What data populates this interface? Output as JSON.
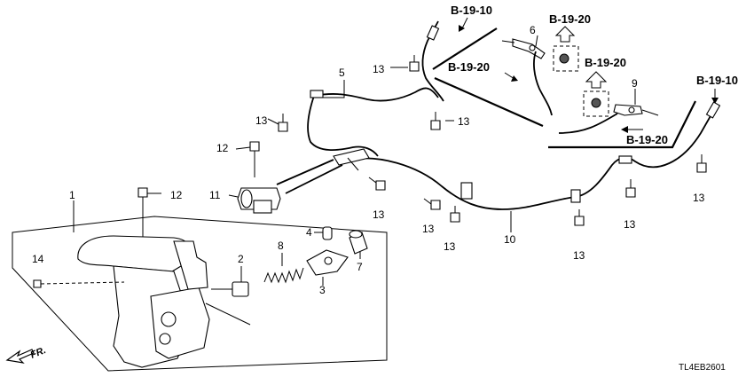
{
  "diagram_code": "TL4EB2601",
  "direction_label": "FR.",
  "references": {
    "b1910_top": "B-19-10",
    "b1920_mid": "B-19-20",
    "b1920_top_right": "B-19-20",
    "b1920_right": "B-19-20",
    "b1910_right": "B-19-10",
    "b1920_lower_right": "B-19-20"
  },
  "callouts": {
    "c1": "1",
    "c2": "2",
    "c3": "3",
    "c4": "4",
    "c5": "5",
    "c6": "6",
    "c7": "7",
    "c8": "8",
    "c9": "9",
    "c10": "10",
    "c11": "11",
    "c12a": "12",
    "c12b": "12",
    "c14": "14",
    "c13a": "13",
    "c13b": "13",
    "c13c": "13",
    "c13d": "13",
    "c13e": "13",
    "c13f": "13",
    "c13g": "13",
    "c13h": "13",
    "c13i": "13"
  }
}
